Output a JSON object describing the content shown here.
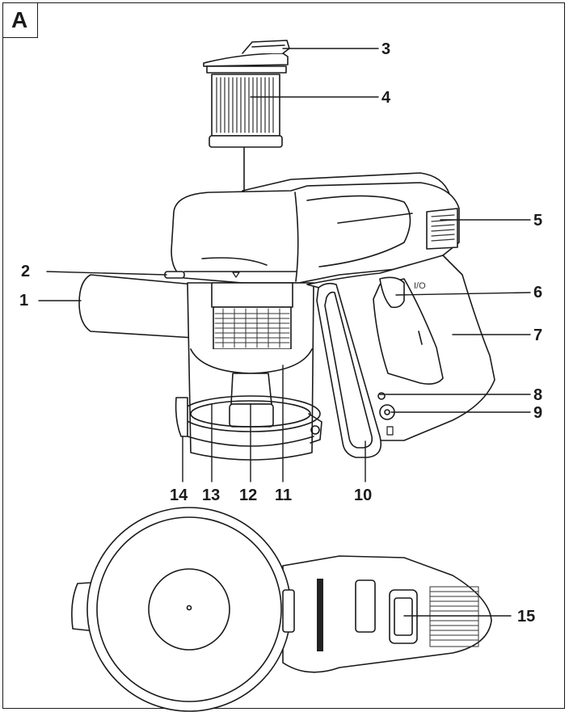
{
  "figure": {
    "tag": "A",
    "power_mark": "I/O",
    "colors": {
      "line": "#1a1a1a",
      "fill": "#ffffff",
      "grille": "#333333"
    }
  },
  "callouts": [
    {
      "id": "c1",
      "text": "1"
    },
    {
      "id": "c2",
      "text": "2"
    },
    {
      "id": "c3",
      "text": "3"
    },
    {
      "id": "c4",
      "text": "4"
    },
    {
      "id": "c5",
      "text": "5"
    },
    {
      "id": "c6",
      "text": "6"
    },
    {
      "id": "c7",
      "text": "7"
    },
    {
      "id": "c8",
      "text": "8"
    },
    {
      "id": "c9",
      "text": "9"
    },
    {
      "id": "c10",
      "text": "10"
    },
    {
      "id": "c11",
      "text": "11"
    },
    {
      "id": "c12",
      "text": "12"
    },
    {
      "id": "c13",
      "text": "13"
    },
    {
      "id": "c14",
      "text": "14"
    },
    {
      "id": "c15",
      "text": "15"
    }
  ]
}
